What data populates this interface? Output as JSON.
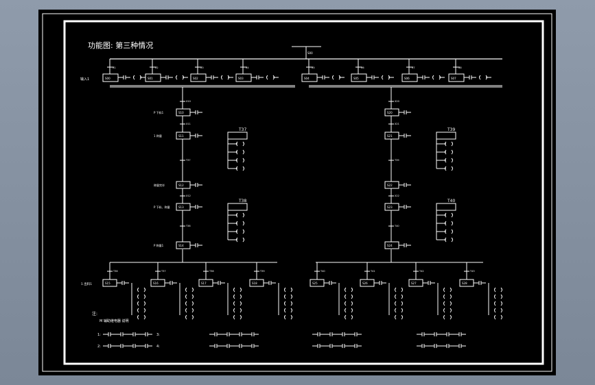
{
  "title": "功能图: 第三种情况",
  "top_step": "S00",
  "row1_label": "输入1",
  "branch_left": [
    {
      "step": "S00",
      "label": "X1"
    },
    {
      "step": "S01",
      "label": "X2"
    },
    {
      "step": "S02",
      "label": "X3"
    },
    {
      "step": "S03",
      "label": "X4"
    }
  ],
  "branch_right": [
    {
      "step": "S04",
      "label": "X5"
    },
    {
      "step": "S05",
      "label": "X6"
    },
    {
      "step": "S06",
      "label": "X7"
    },
    {
      "step": "S07",
      "label": "X8"
    }
  ],
  "left_column": {
    "steps": [
      {
        "name": "S10",
        "label": "P 下料1"
      },
      {
        "name": "S11",
        "label": "1 称量"
      },
      {
        "name": "S12",
        "label": "称量完毕"
      },
      {
        "name": "S13",
        "label": "P 下料、称量"
      },
      {
        "name": "S14",
        "label": "P 称量1"
      }
    ],
    "timers": [
      "T37",
      "T38"
    ],
    "transitions": [
      "X10",
      "X11",
      "T37",
      "X12",
      "T38"
    ]
  },
  "right_column": {
    "steps": [
      {
        "name": "S20",
        "label": ""
      },
      {
        "name": "S21",
        "label": ""
      },
      {
        "name": "S22",
        "label": ""
      },
      {
        "name": "S23",
        "label": ""
      },
      {
        "name": "S24",
        "label": ""
      }
    ],
    "timers": [
      "T39",
      "T40"
    ],
    "transitions": [
      "X20",
      "X21",
      "T39",
      "X22",
      "T40"
    ]
  },
  "bottom_label": "1 出料1",
  "bottom_left": [
    "S15",
    "S16",
    "S17",
    "S18"
  ],
  "bottom_right": [
    "S25",
    "S26",
    "S27",
    "S28"
  ],
  "bottom_transitions_left": [
    "T36",
    "T37",
    "T38",
    "T39"
  ],
  "bottom_transitions_right": [
    "T40",
    "T41",
    "T42",
    "T43"
  ],
  "legend_title": "注:",
  "legend_sub": "M 辅助继电器 说明",
  "legend_numbers": [
    "1:",
    "2:",
    "3:",
    "4:"
  ]
}
